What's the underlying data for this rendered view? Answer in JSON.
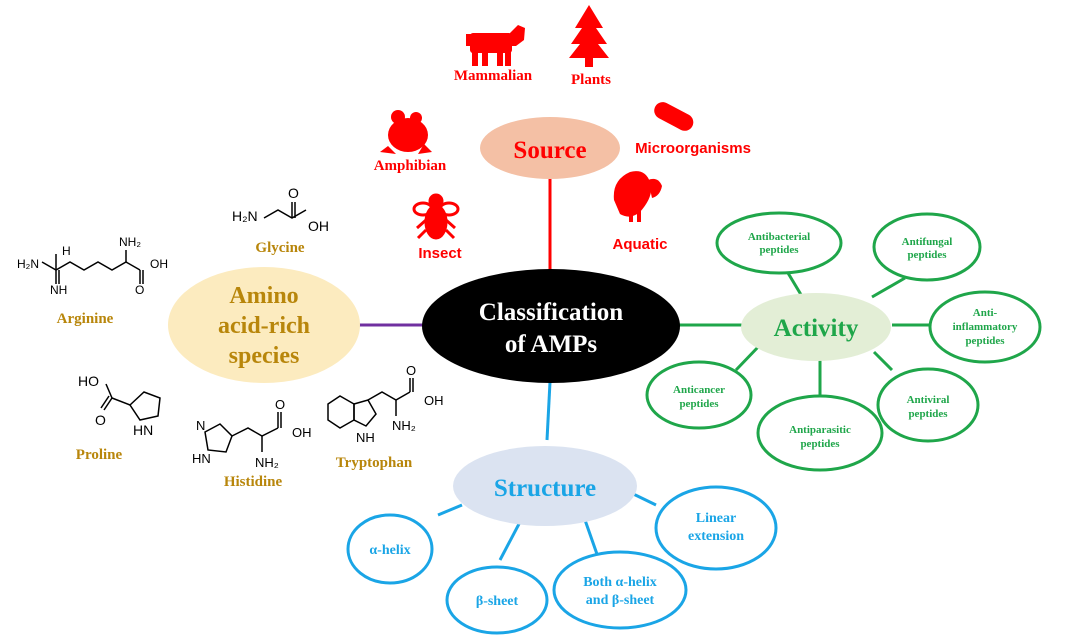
{
  "center": {
    "line1": "Classification",
    "line2": "of AMPs"
  },
  "source": {
    "title": "Source",
    "items": {
      "mammalian": "Mammalian",
      "plants": "Plants",
      "amphibian": "Amphibian",
      "microorganisms": "Microorganisms",
      "insect": "Insect",
      "aquatic": "Aquatic"
    }
  },
  "activity": {
    "title": "Activity",
    "antibacterial": [
      "Antibacterial",
      "peptides"
    ],
    "antifungal": [
      "Antifungal",
      "peptides"
    ],
    "anti_inflammatory": [
      "Anti-",
      "inflammatory",
      "peptides"
    ],
    "antiviral": [
      "Antiviral",
      "peptides"
    ],
    "antiparasitic": [
      "Antiparasitic",
      "peptides"
    ],
    "anticancer": [
      "Anticancer",
      "peptides"
    ]
  },
  "structure": {
    "title": "Structure",
    "alpha_helix": "α-helix",
    "beta_sheet": "β-sheet",
    "both": [
      "Both α-helix",
      "and β-sheet"
    ],
    "linear": [
      "Linear",
      "extension"
    ]
  },
  "amino": {
    "title": [
      "Amino",
      "acid-rich",
      "species"
    ],
    "glycine": "Glycine",
    "arginine": "Arginine",
    "proline": "Proline",
    "histidine": "Histidine",
    "tryptophan": "Tryptophan"
  },
  "chem": {
    "h2n": "H₂N",
    "nh2": "NH₂",
    "oh": "OH",
    "o": "O",
    "ho": "HO",
    "h": "H",
    "n": "N",
    "hn": "HN",
    "nh": "NH"
  },
  "colors": {
    "source": "#ff0000",
    "source_fill": "#f4c0a5",
    "activity": "#1fa64a",
    "activity_fill": "#e3eed6",
    "structure": "#1aa5e6",
    "structure_fill": "#dbe3f1",
    "amino": "#b8860b",
    "amino_fill": "#fcebbf",
    "amino_line": "#7030a0",
    "center": "#000000"
  }
}
